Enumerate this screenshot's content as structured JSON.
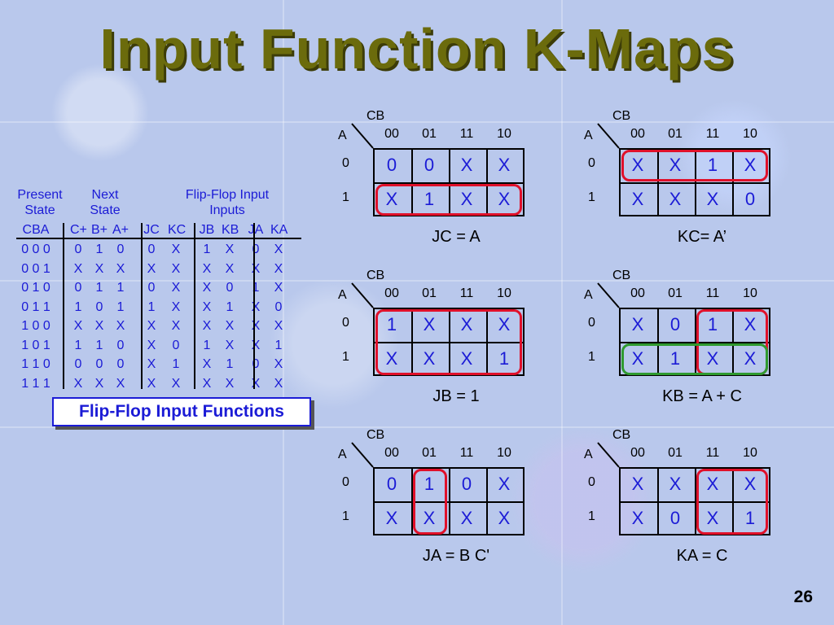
{
  "title": "Input Function K-Maps",
  "slide_number": "26",
  "truth_table": {
    "group_headers": {
      "present_state": [
        "Present",
        "State"
      ],
      "next_state": [
        "Next",
        "State"
      ],
      "ff_inputs": [
        "Flip-Flop Input",
        "Inputs"
      ]
    },
    "columns": [
      "CBA",
      "C+",
      "B+",
      "A+",
      "JC",
      "KC",
      "JB",
      "KB",
      "JA",
      "KA"
    ],
    "rows": [
      [
        "0 0 0",
        "0",
        "1",
        "0",
        "0",
        "X",
        "1",
        "X",
        "0",
        "X"
      ],
      [
        "0 0 1",
        "X",
        "X",
        "X",
        "X",
        "X",
        "X",
        "X",
        "X",
        "X"
      ],
      [
        "0 1 0",
        "0",
        "1",
        "1",
        "0",
        "X",
        "X",
        "0",
        "1",
        "X"
      ],
      [
        "0 1 1",
        "1",
        "0",
        "1",
        "1",
        "X",
        "X",
        "1",
        "X",
        "0"
      ],
      [
        "1 0 0",
        "X",
        "X",
        "X",
        "X",
        "X",
        "X",
        "X",
        "X",
        "X"
      ],
      [
        "1 0 1",
        "1",
        "1",
        "0",
        "X",
        "0",
        "1",
        "X",
        "X",
        "1"
      ],
      [
        "1 1 0",
        "0",
        "0",
        "0",
        "X",
        "1",
        "X",
        "1",
        "0",
        "X"
      ],
      [
        "1 1 1",
        "X",
        "X",
        "X",
        "X",
        "X",
        "X",
        "X",
        "X",
        "X"
      ]
    ],
    "caption": "Flip-Flop Input Functions"
  },
  "kmap_labels": {
    "col_var": "CB",
    "row_var": "A",
    "cols": [
      "00",
      "01",
      "11",
      "10"
    ],
    "rows": [
      "0",
      "1"
    ]
  },
  "kmaps": [
    {
      "id": "jc",
      "cells": [
        [
          "0",
          "0",
          "X",
          "X"
        ],
        [
          "X",
          "1",
          "X",
          "X"
        ]
      ],
      "expression": "JC = A"
    },
    {
      "id": "kc",
      "cells": [
        [
          "X",
          "X",
          "1",
          "X"
        ],
        [
          "X",
          "X",
          "X",
          "0"
        ]
      ],
      "expression": "KC= A’"
    },
    {
      "id": "jb",
      "cells": [
        [
          "1",
          "X",
          "X",
          "X"
        ],
        [
          "X",
          "X",
          "X",
          "1"
        ]
      ],
      "expression": "JB = 1"
    },
    {
      "id": "kb",
      "cells": [
        [
          "X",
          "0",
          "1",
          "X"
        ],
        [
          "X",
          "1",
          "X",
          "X"
        ]
      ],
      "expression": "KB = A + C"
    },
    {
      "id": "ja",
      "cells": [
        [
          "0",
          "1",
          "0",
          "X"
        ],
        [
          "X",
          "X",
          "X",
          "X"
        ]
      ],
      "expression": "JA = B C'"
    },
    {
      "id": "ka",
      "cells": [
        [
          "X",
          "X",
          "X",
          "X"
        ],
        [
          "X",
          "0",
          "X",
          "1"
        ]
      ],
      "expression": "KA = C"
    }
  ],
  "colors": {
    "title": "#6b6b0c",
    "text": "#1b1bd6",
    "loop_red": "#e0102a",
    "loop_green": "#2f9a2f"
  }
}
